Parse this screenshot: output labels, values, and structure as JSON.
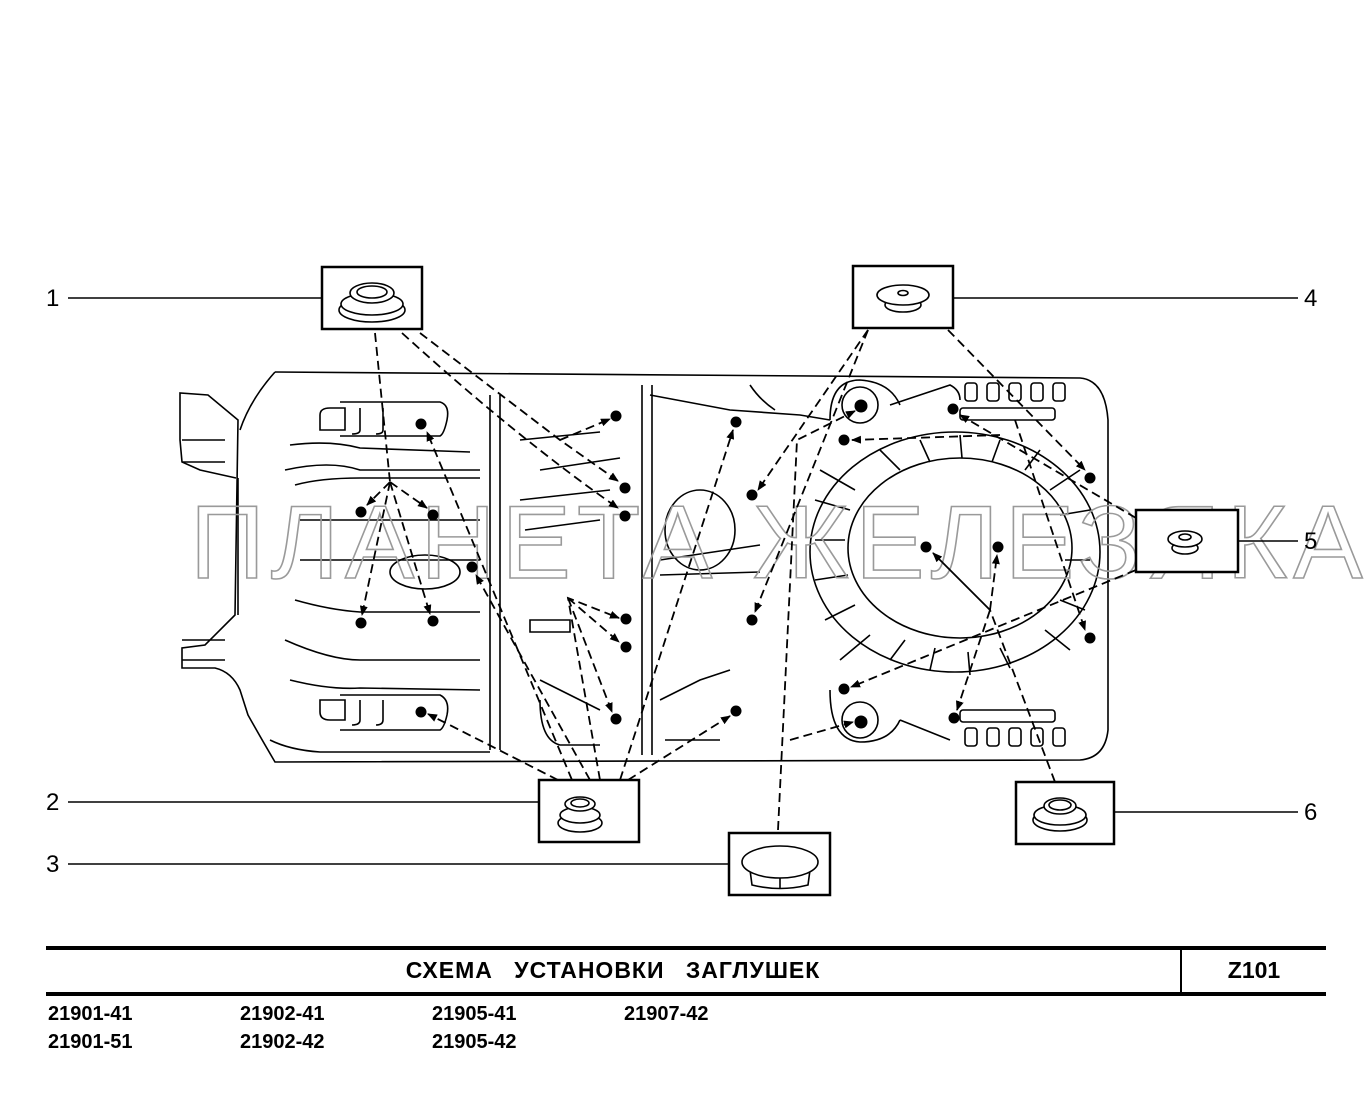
{
  "diagram": {
    "title": "СХЕМА   УСТАНОВКИ   ЗАГЛУШЕК",
    "code": "Z101",
    "watermark": "ПЛАНЕТА ЖЕЛЕЗЯКА",
    "callouts": [
      {
        "id": "1",
        "label": "1",
        "part": "grommet-ring"
      },
      {
        "id": "2",
        "label": "2",
        "part": "grommet-ring-small"
      },
      {
        "id": "3",
        "label": "3",
        "part": "cap-plug"
      },
      {
        "id": "4",
        "label": "4",
        "part": "plug-with-hole"
      },
      {
        "id": "5",
        "label": "5",
        "part": "plug-small"
      },
      {
        "id": "6",
        "label": "6",
        "part": "grommet-ring"
      }
    ],
    "models": [
      [
        "21901-41",
        "21901-51"
      ],
      [
        "21902-41",
        "21902-42"
      ],
      [
        "21905-41",
        "21905-42"
      ],
      [
        "21907-42"
      ]
    ]
  }
}
